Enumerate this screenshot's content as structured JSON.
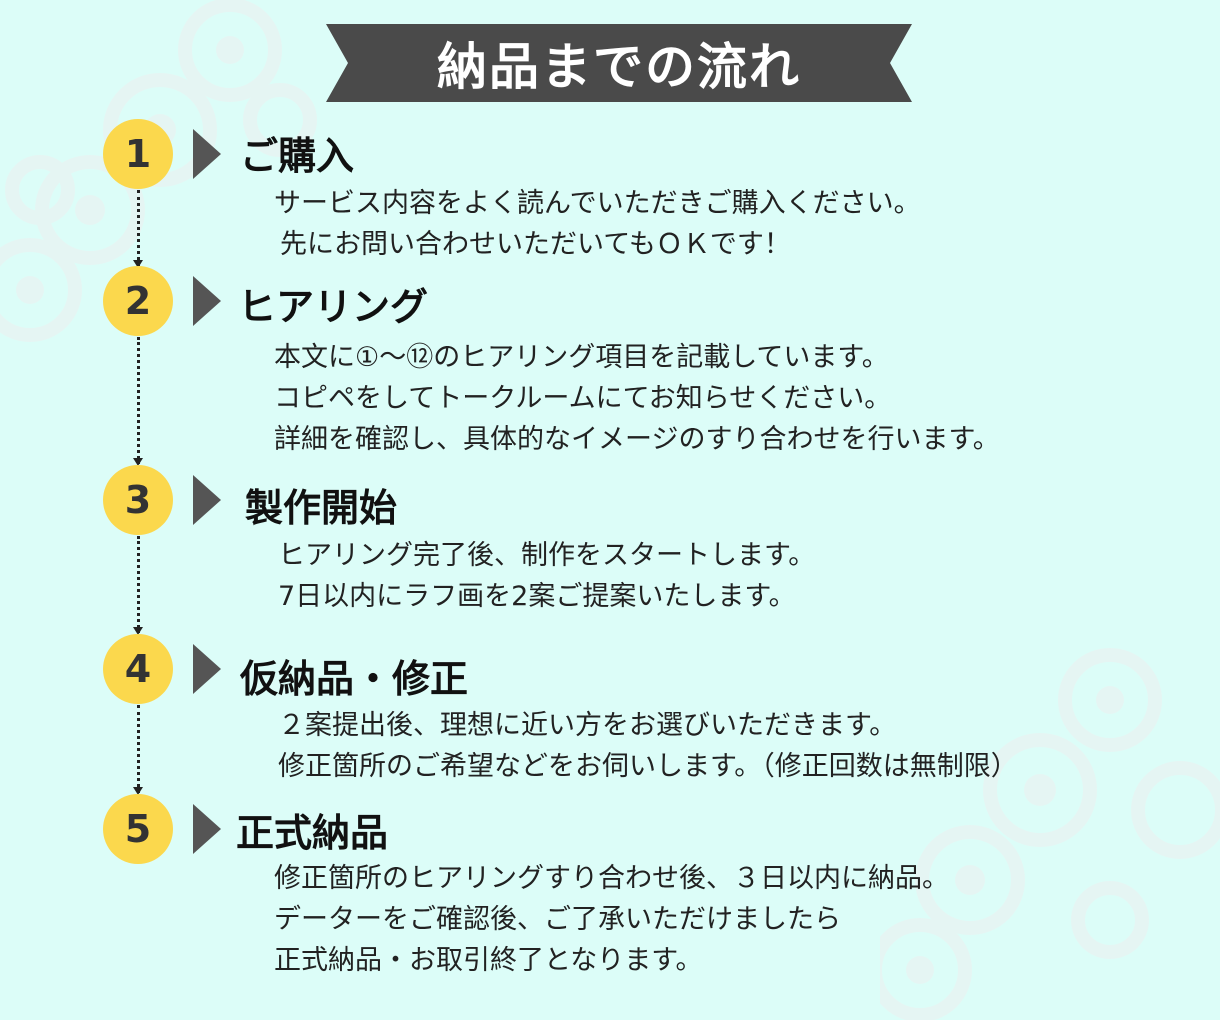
{
  "page": {
    "title": "納品までの流れ"
  },
  "colors": {
    "background": "#dcfdf8",
    "banner": "#4a4a4a",
    "step_circle": "#fbd84d",
    "step_arrow": "#555555"
  },
  "steps": [
    {
      "number": "1",
      "title": "ご購入",
      "lines": [
        "サービス内容をよく読んでいただきご購入ください。",
        "先にお問い合わせいただいてもＯＫです！"
      ]
    },
    {
      "number": "2",
      "title": "ヒアリング",
      "lines": [
        "本文に①～⑫のヒアリング項目を記載しています。",
        "コピペをしてトークルームにてお知らせください。",
        "詳細を確認し、具体的なイメージのすり合わせを行います。"
      ]
    },
    {
      "number": "3",
      "title": "製作開始",
      "lines": [
        "ヒアリング完了後、制作をスタートします。",
        "7日以内にラフ画を2案ご提案いたします。"
      ]
    },
    {
      "number": "4",
      "title": "仮納品・修正",
      "lines": [
        "２案提出後、理想に近い方をお選びいただきます。",
        "修正箇所のご希望などをお伺いします。（修正回数は無制限）"
      ]
    },
    {
      "number": "5",
      "title": "正式納品",
      "lines": [
        "修正箇所のヒアリングすり合わせ後、３日以内に納品。",
        "データーをご確認後、ご了承いただけましたら",
        "正式納品・お取引終了となります。"
      ]
    }
  ]
}
